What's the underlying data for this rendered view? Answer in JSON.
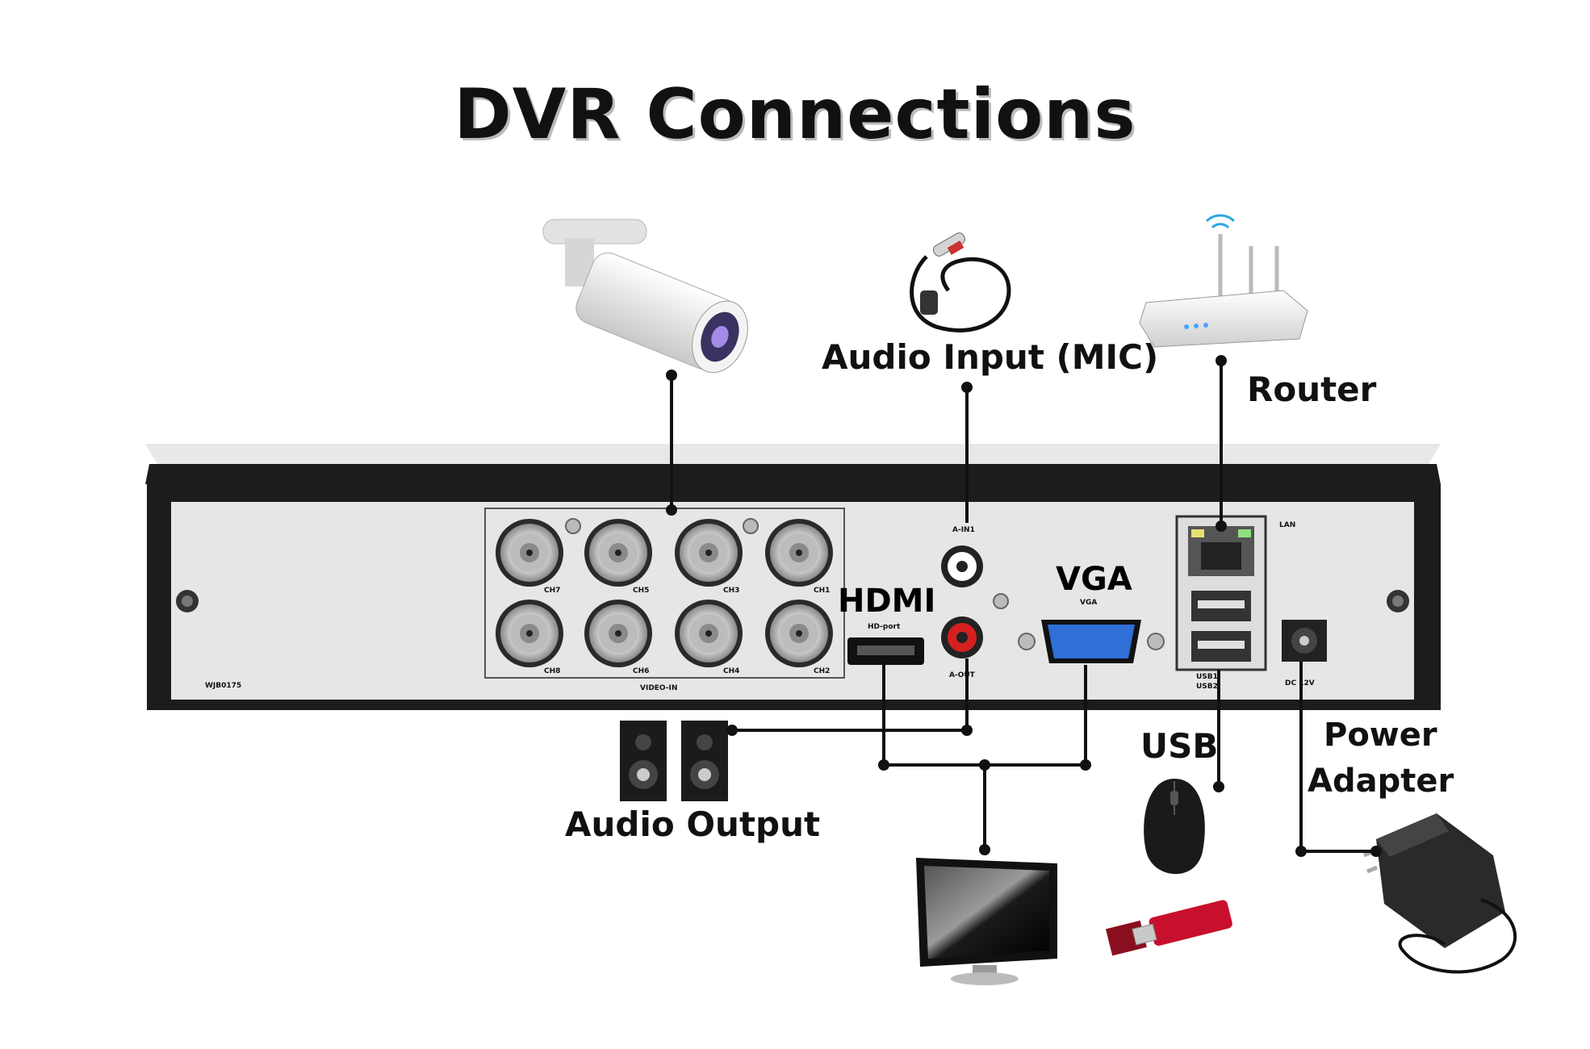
{
  "title": "DVR Connections",
  "labels": {
    "audio_input": "Audio Input (MIC)",
    "router": "Router",
    "hdmi": "HDMI",
    "vga": "VGA",
    "usb": "USB",
    "power_adapter_line1": "Power",
    "power_adapter_line2": "Adapter",
    "audio_output": "Audio Output"
  },
  "panel_marks": {
    "channels": [
      "CH7",
      "CH5",
      "CH3",
      "CH1",
      "CH8",
      "CH6",
      "CH4",
      "CH2"
    ],
    "video_in": "VIDEO-IN",
    "model": "WJB0175",
    "a_in": "A-IN1",
    "a_out": "A-OUT",
    "hd_port": "HD-port",
    "vga_small": "VGA",
    "lan": "LAN",
    "usb1": "USB1",
    "usb2": "USB2",
    "dc": "DC 12V"
  },
  "colors": {
    "chassis": "#1c1c1c",
    "panel": "#e6e6e6",
    "vga_port": "#2f6fd6",
    "audio_in_ring": "#ffffff",
    "audio_out_ring": "#d42020",
    "usb_stick": "#c8102e",
    "wire": "#111111"
  }
}
